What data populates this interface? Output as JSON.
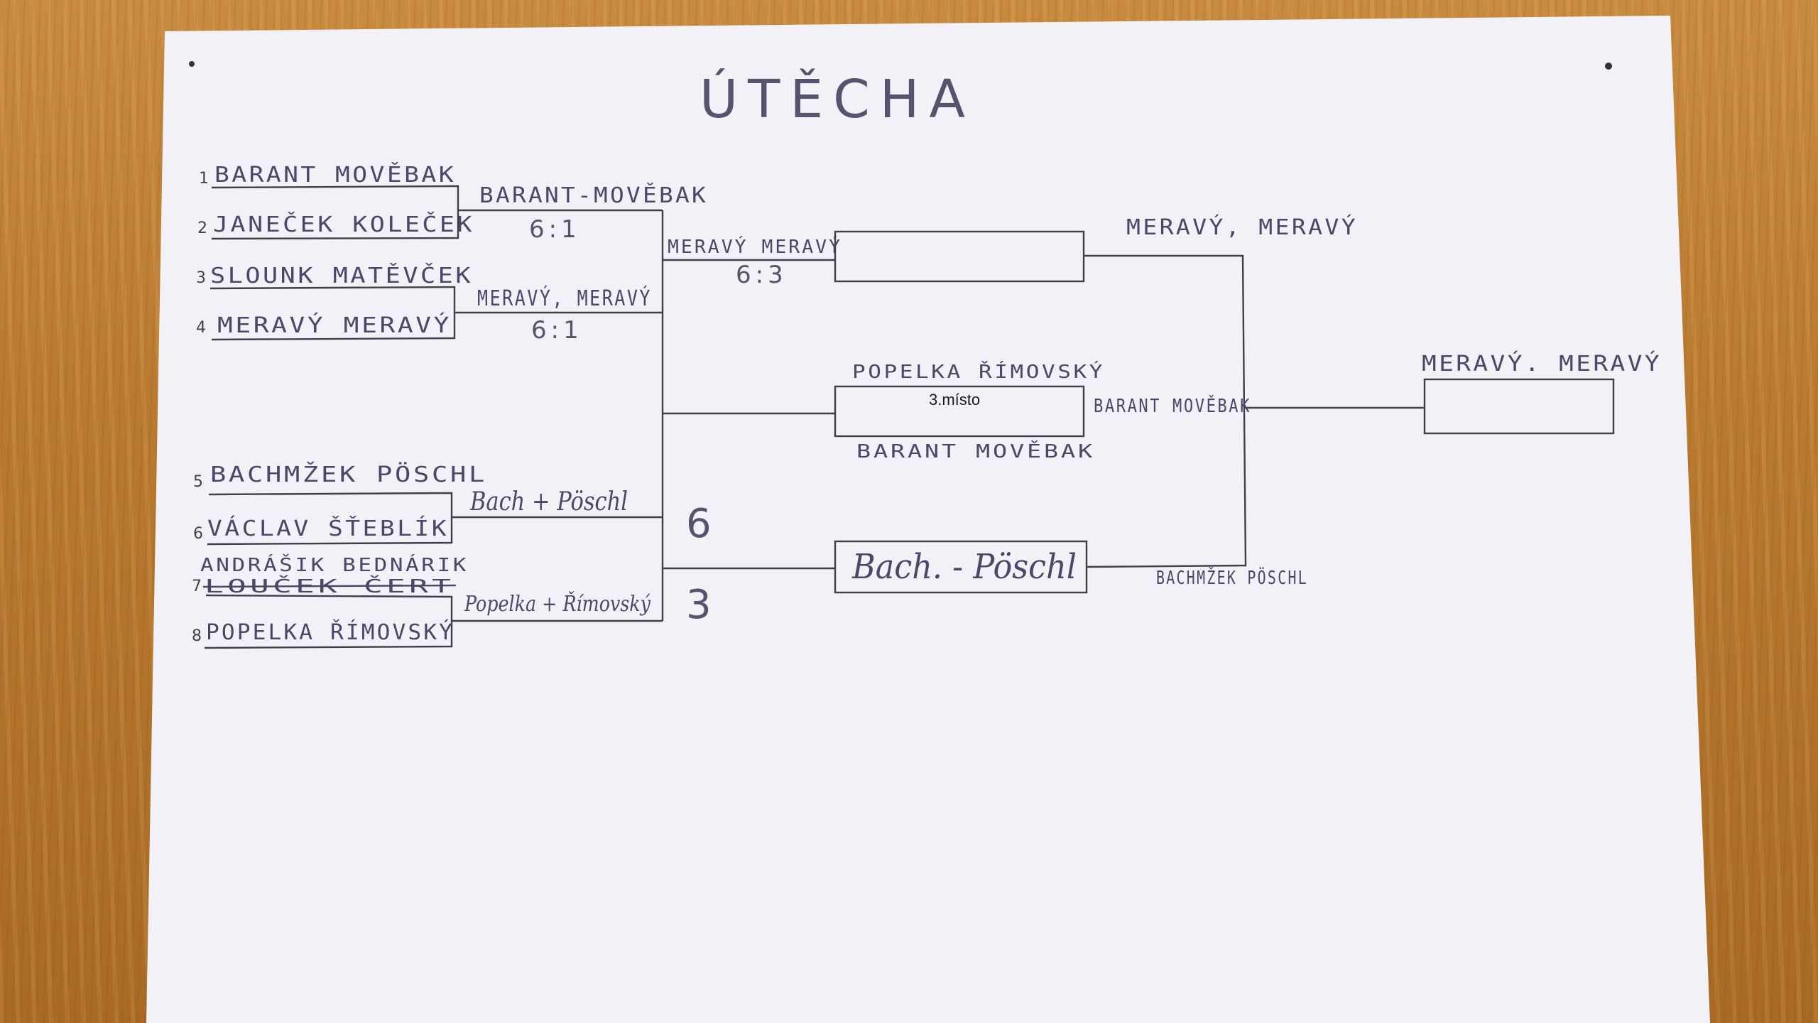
{
  "title": "ÚTĚCHA",
  "seeds": [
    {
      "num": "1",
      "team": "BARANT MOVĚBAK"
    },
    {
      "num": "2",
      "team": "JANEČEK KOLEČEK"
    },
    {
      "num": "3",
      "team": "SLOUNK MATĚVČEK"
    },
    {
      "num": "4",
      "team": "MERAVÝ MERAVÝ"
    },
    {
      "num": "5",
      "team": "BACHMŽEK PÖSCHL"
    },
    {
      "num": "6",
      "team": "VÁCLAV ŠŤEBLÍK"
    },
    {
      "num": "7",
      "team": "ANDRÁŠIK BEDNÁRIK",
      "struck": "LOUČEK ČERT"
    },
    {
      "num": "8",
      "team": "POPELKA ŘÍMOVSKÝ"
    }
  ],
  "round1": [
    {
      "winner": "BARANT-MOVĚBAK",
      "score": "6:1"
    },
    {
      "winner": "MERAVÝ, MERAVÝ",
      "score": "6:1"
    },
    {
      "winner": "Bach + Pöschl",
      "score": "6"
    },
    {
      "winner": "Popelka + Římovský",
      "score": "3"
    }
  ],
  "round2": [
    {
      "winner": "MERAVÝ MERAVÝ",
      "score": "6:3"
    },
    {
      "winner": "Bach. - Pöschl"
    }
  ],
  "third_place": {
    "label": "3.místo",
    "team_top": "POPELKA ŘÍMOVSKÝ",
    "team_bottom": "BARANT MOVĚBAK"
  },
  "semis": {
    "top_winner": "MERAVÝ, MERAVÝ",
    "mid_note": "BARANT MOVĚBAK",
    "bottom_winner": "BACHMŽEK PÖSCHL"
  },
  "final": {
    "winner": "MERAVÝ. MERAVÝ"
  }
}
